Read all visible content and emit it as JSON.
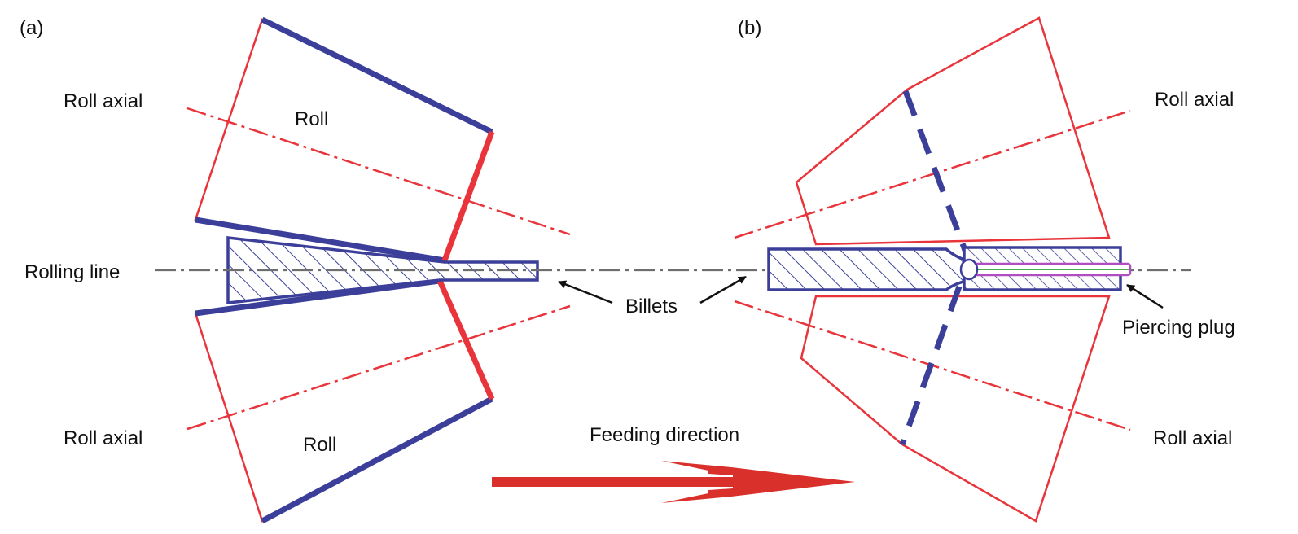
{
  "panels": {
    "a": {
      "label": "(a)",
      "roll_axial_top": "Roll axial",
      "roll_axial_bottom": "Roll axial",
      "roll_top": "Roll",
      "roll_bottom": "Roll",
      "rolling_line": "Rolling line"
    },
    "b": {
      "label": "(b)",
      "roll_axial_top": "Roll axial",
      "roll_axial_bottom": "Roll axial",
      "piercing_plug": "Piercing plug"
    }
  },
  "billets_label": "Billets",
  "feeding_direction": "Feeding direction",
  "colors": {
    "roll_outline": "#e8343a",
    "roll_contact": "#3b3f99",
    "axis_line": "#e8343a",
    "rolling_line": "#6e6e6e",
    "plug": "#b04dc0",
    "plug_centerline": "#4caf50",
    "feed_arrow": "#d9302c",
    "pointer_arrow": "#111111"
  }
}
